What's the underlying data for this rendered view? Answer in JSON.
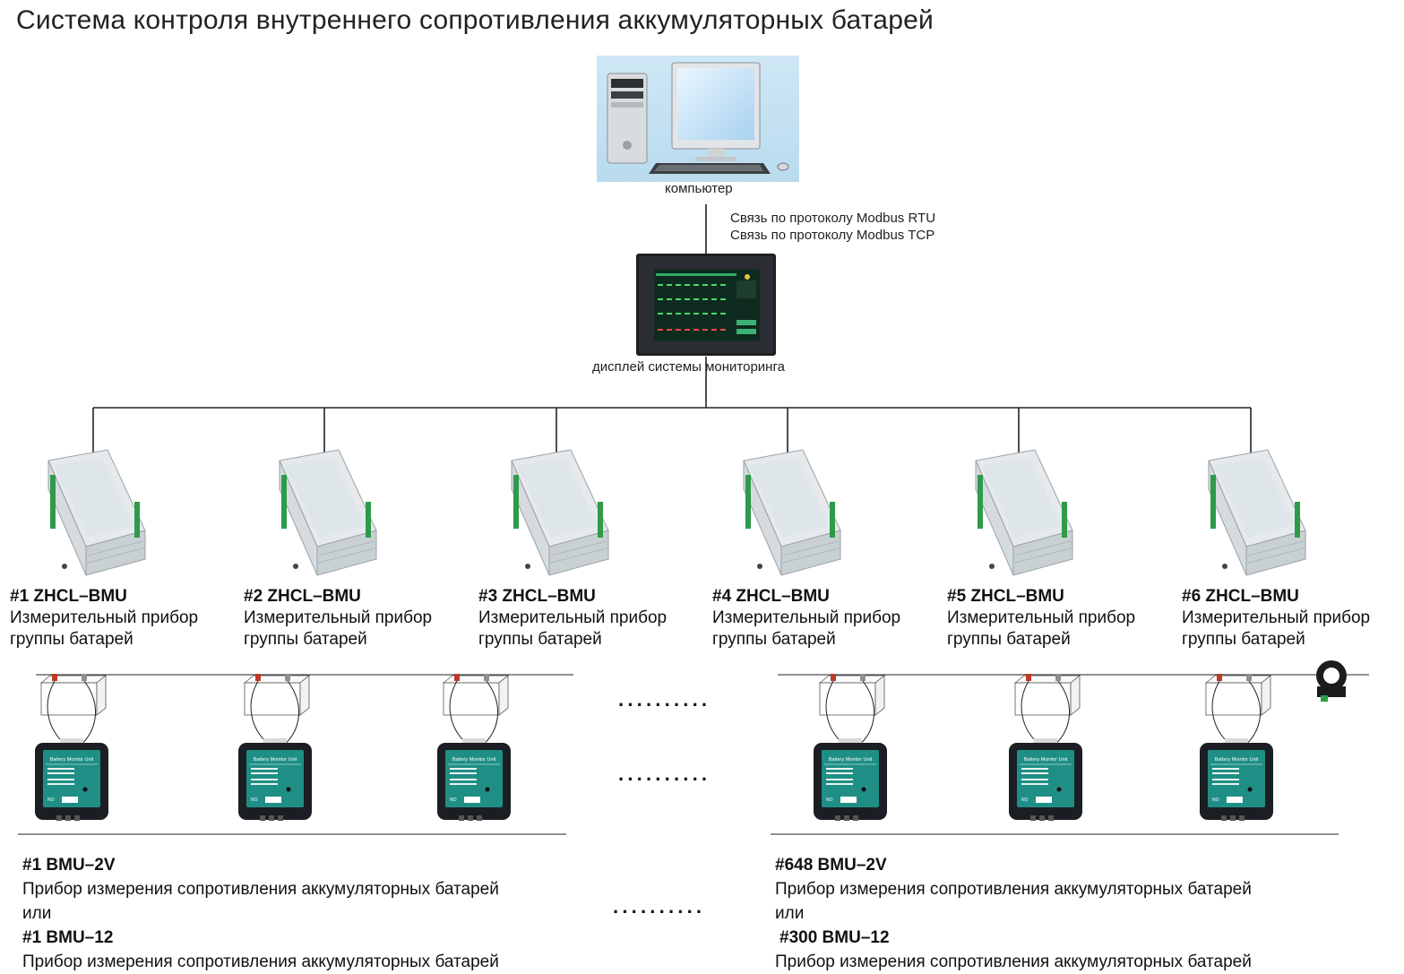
{
  "title": "Система контроля внутреннего сопротивления аккумуляторных батарей",
  "computer_caption": "компьютер",
  "protocols": [
    "Связь по протоколу Modbus RTU",
    "Связь по протоколу Modbus TCP"
  ],
  "display_caption": "дисплей системы мониторинга",
  "group_units": [
    {
      "id": "#1 ZHCL–BMU",
      "line1": "Измерительный прибор",
      "line2": "группы батарей"
    },
    {
      "id": "#2 ZHCL–BMU",
      "line1": "Измерительный прибор",
      "line2": "группы батарей"
    },
    {
      "id": "#3 ZHCL–BMU",
      "line1": "Измерительный прибор",
      "line2": "группы батарей"
    },
    {
      "id": "#4 ZHCL–BMU",
      "line1": "Измерительный прибор",
      "line2": "группы батарей"
    },
    {
      "id": "#5 ZHCL–BMU",
      "line1": "Измерительный прибор",
      "line2": "группы батарей"
    },
    {
      "id": "#6 ZHCL–BMU",
      "line1": "Измерительный прибор",
      "line2": "группы батарей"
    }
  ],
  "bmu_device": {
    "panel_title": "Battery Monitor Unit",
    "no_label": "NO"
  },
  "ellipsis": "··········",
  "bmu_left": {
    "id1": "#1 BMU–2V",
    "desc1": "Прибор измерения сопротивления аккумуляторных батарей",
    "or": "или",
    "id2": "#1 BMU–12",
    "desc2": "Прибор измерения сопротивления аккумуляторных батарей"
  },
  "bmu_right": {
    "id1": "#648 BMU–2V",
    "desc1": "Прибор измерения сопротивления аккумуляторных батарей",
    "or": "или",
    "id2": "#300 BMU–12",
    "desc2": "Прибор измерения сопротивления аккумуляторных батарей"
  },
  "colors": {
    "bmu_panel": "#1f8f86",
    "bmu_body": "#1b1f24",
    "module_body": "#e6eaec",
    "terminal": "#2e9a4a",
    "screen_bg": "#0f2a1f"
  }
}
